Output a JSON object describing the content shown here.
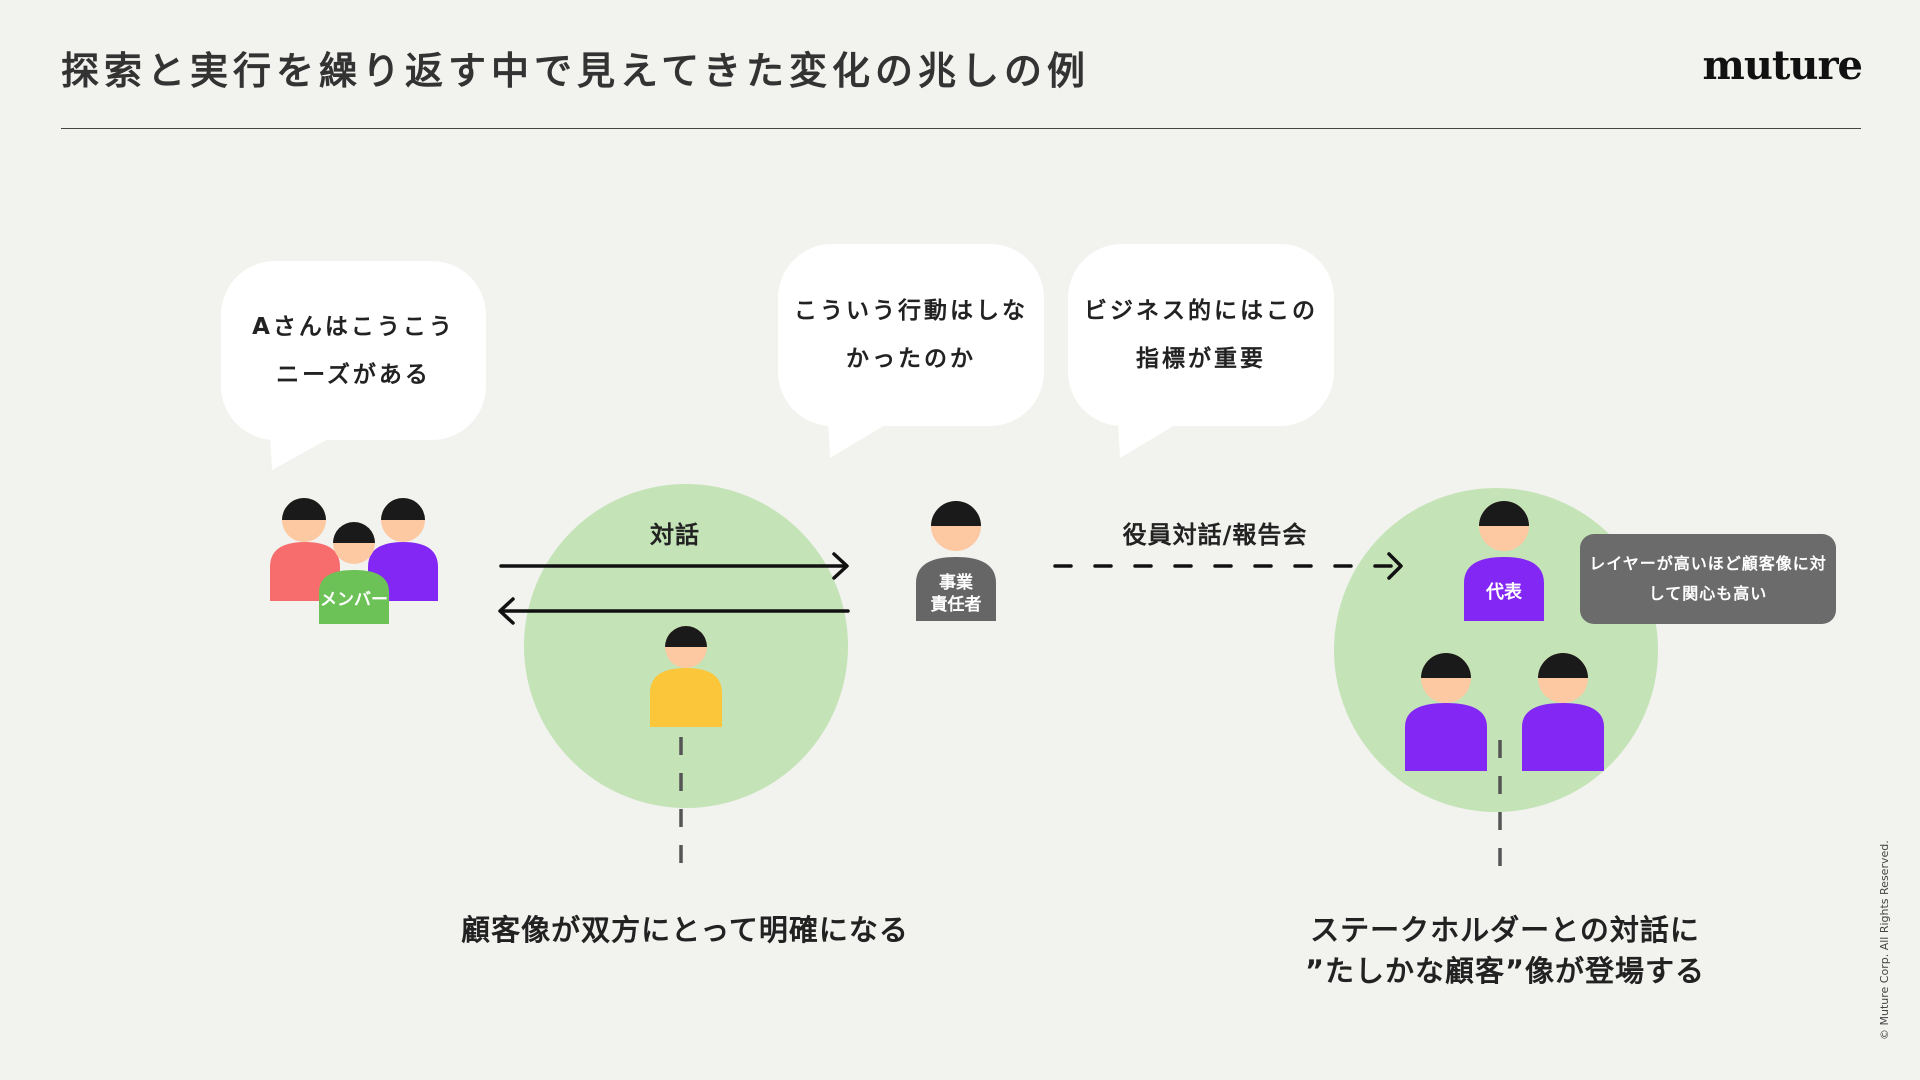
{
  "header": {
    "title": "探索と実行を繰り返す中で見えてきた変化の兆しの例",
    "logo": "muture"
  },
  "bubbles": {
    "a_san": [
      "Aさんはこうこう",
      "ニーズがある"
    ],
    "behavior": [
      "こういう行動はしな",
      "かったのか"
    ],
    "business": [
      "ビジネス的にはこの",
      "指標が重要"
    ]
  },
  "labels": {
    "dialogue": "対話",
    "exec_report": "役員対話/報告会",
    "members": "メンバー",
    "business_owner": [
      "事業",
      "責任者"
    ],
    "ceo": "代表"
  },
  "tooltip": [
    "レイヤーが高いほど顧客像に対",
    "して関心も高い"
  ],
  "captions": {
    "left": [
      "顧客像が双方にとって明確になる"
    ],
    "right": [
      "ステークホルダーとの対話に",
      "”たしかな顧客”像が登場する"
    ]
  },
  "footer": {
    "copyright": "© Muture Corp. All Rights Reserved."
  },
  "colors": {
    "background": "#f2f2ef",
    "circle_green": "#c4e3b7",
    "skin": "#fdc9a2",
    "hair": "#1a1a1a",
    "coral": "#f76d6d",
    "green": "#6cc257",
    "purple": "#8327f5",
    "yellow": "#fcc63b",
    "gray": "#666666"
  }
}
